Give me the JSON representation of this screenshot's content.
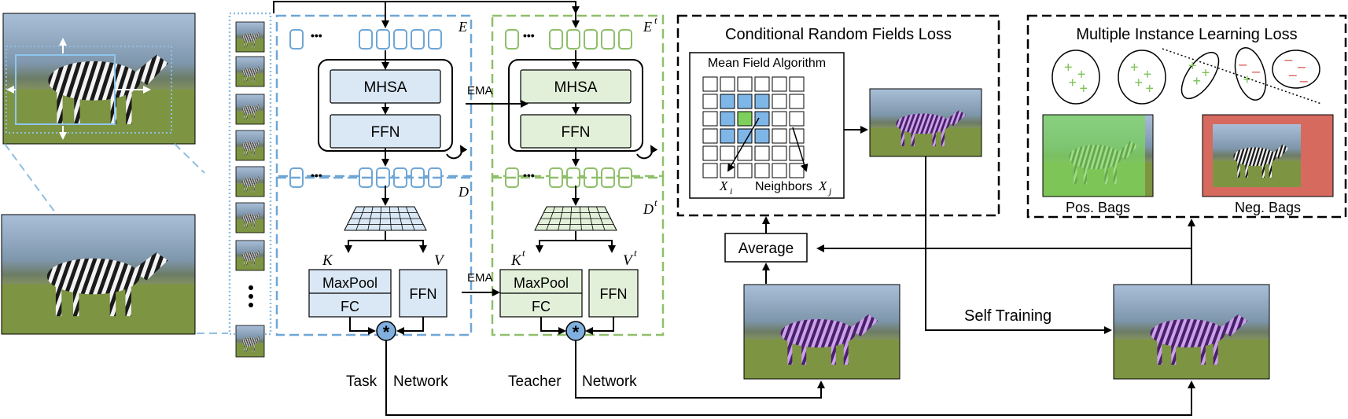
{
  "encoder": {
    "label": "E",
    "teacher_label": "E",
    "teacher_sup": "t"
  },
  "decoder": {
    "label": "D",
    "teacher_label": "D",
    "teacher_sup": "t"
  },
  "blocks": {
    "mhsa": "MHSA",
    "ffn": "FFN",
    "maxpool": "MaxPool",
    "fc": "FC",
    "ffn2": "FFN"
  },
  "ema": {
    "upper": "EMA",
    "lower": "EMA"
  },
  "kv": {
    "k": "K",
    "v": "V",
    "kt": "K",
    "vt": "V",
    "t": "t"
  },
  "ellipsis": "•••",
  "task_label": {
    "a": "Task",
    "b": "Network"
  },
  "teacher_label": {
    "a": "Teacher",
    "b": "Network"
  },
  "crf": {
    "title": "Conditional Random Fields Loss",
    "algo": "Mean Field Algorithm",
    "xi": "X",
    "xi_sub": "i",
    "neighbors": "Neighbors",
    "xj": "X",
    "xj_sub": "j"
  },
  "mil": {
    "title": "Multiple Instance Learning Loss",
    "pos": "Pos. Bags",
    "neg": "Neg. Bags",
    "plus": "+",
    "minus": "–"
  },
  "average": "Average",
  "self_training": "Self Training",
  "colors": {
    "student_fill": "#dae8f6",
    "student_border": "#6fa6d6",
    "teacher_fill": "#e2f0d9",
    "teacher_border": "#8fbf6a",
    "pos_overlay": "#7fd660",
    "neg_overlay": "#d9534f",
    "mask": "#9a55d6"
  }
}
